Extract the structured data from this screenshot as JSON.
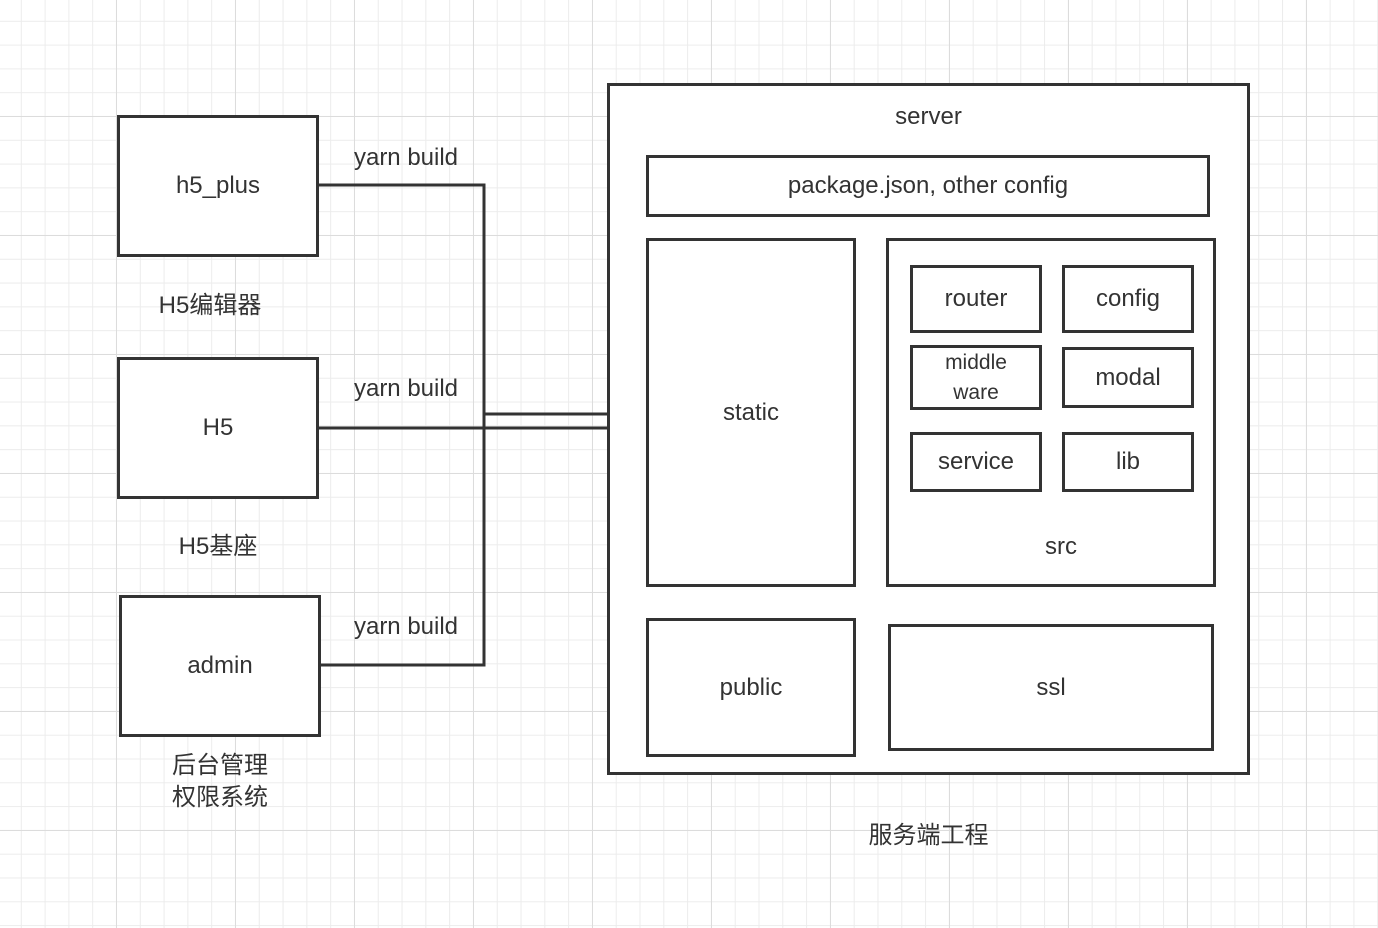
{
  "sources": [
    {
      "name": "h5_plus",
      "caption": "H5编辑器",
      "edge_label": "yarn build"
    },
    {
      "name": "H5",
      "caption": "H5基座",
      "edge_label": "yarn build"
    },
    {
      "name": "admin",
      "caption": "后台管理\n权限系统",
      "edge_label": "yarn build"
    }
  ],
  "server": {
    "title": "server",
    "package": "package.json, other config",
    "static": "static",
    "src": {
      "label": "src",
      "modules": {
        "router": "router",
        "config": "config",
        "middleware": "middle\nware",
        "modal": "modal",
        "service": "service",
        "lib": "lib"
      }
    },
    "public": "public",
    "ssl": "ssl",
    "caption": "服务端工程"
  },
  "colors": {
    "stroke": "#333333",
    "text": "#333333",
    "grid": "#dcdcdc"
  }
}
